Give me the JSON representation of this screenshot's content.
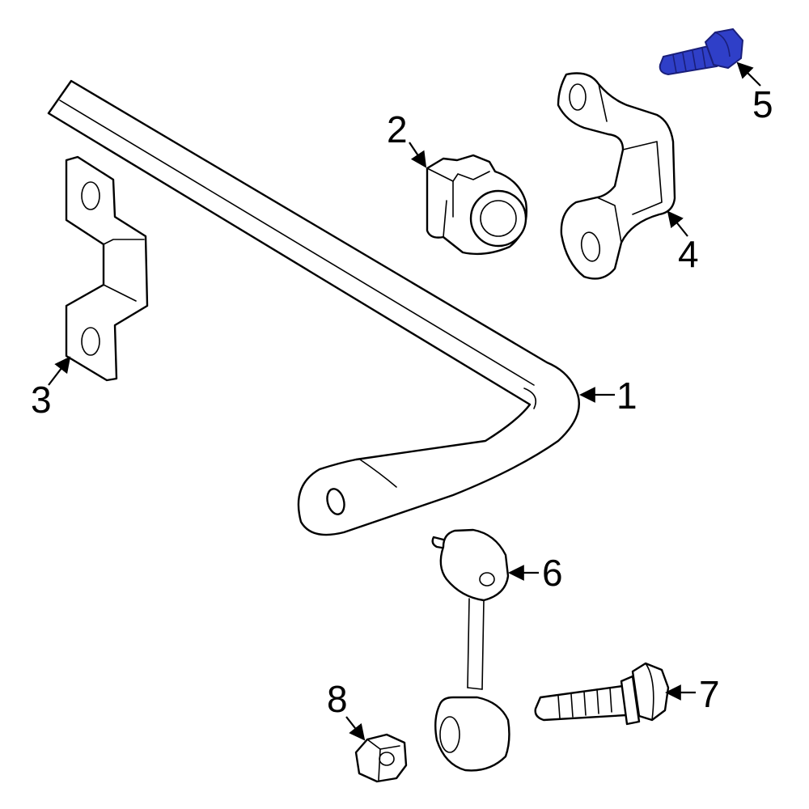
{
  "colors": {
    "line": "#000000",
    "background": "#ffffff",
    "highlight_fill": "#2f3fc8",
    "highlight_stroke": "#1a1f7a"
  },
  "callouts": {
    "1": "1",
    "2": "2",
    "3": "3",
    "4": "4",
    "5": "5",
    "6": "6",
    "7": "7",
    "8": "8"
  },
  "highlighted_part": "5"
}
